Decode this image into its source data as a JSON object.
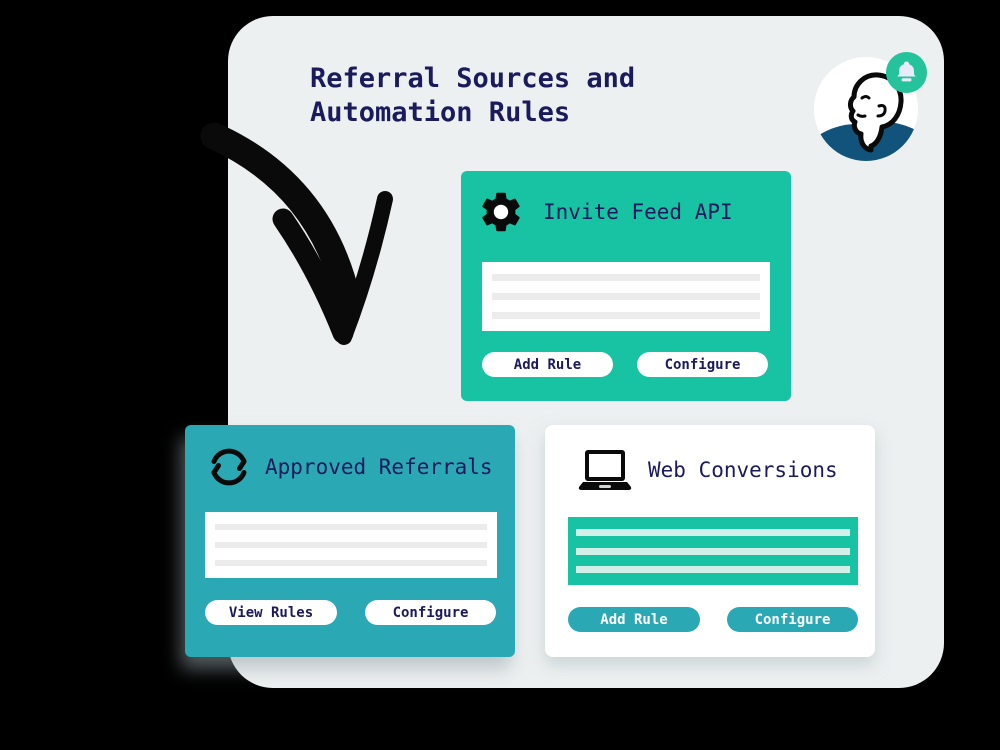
{
  "title": {
    "line1": "Referral Sources and",
    "line2": "Automation Rules"
  },
  "header": {
    "avatar_icon": "user-profile-face",
    "badge_icon": "notification-bell"
  },
  "cards": [
    {
      "title": "Invite Feed API",
      "icon": "gear-icon",
      "buttons": [
        {
          "label": "Add Rule"
        },
        {
          "label": "Configure"
        }
      ]
    },
    {
      "title": "Approved Referrals",
      "icon": "sync-icon",
      "buttons": [
        {
          "label": "View Rules"
        },
        {
          "label": "Configure"
        }
      ]
    },
    {
      "title": "Web Conversions",
      "icon": "laptop-icon",
      "buttons": [
        {
          "label": "Add Rule"
        },
        {
          "label": "Configure"
        }
      ]
    }
  ],
  "colors": {
    "panel_bg": "#edf0f1",
    "navy_text": "#1a1a5c",
    "green_card": "#17c3a2",
    "teal_card": "#2aa9b5",
    "badge_green": "#25c39b",
    "avatar_shirt": "#11537a",
    "placeholder_gray": "#ececec",
    "placeholder_mint": "#d2f0e8"
  }
}
